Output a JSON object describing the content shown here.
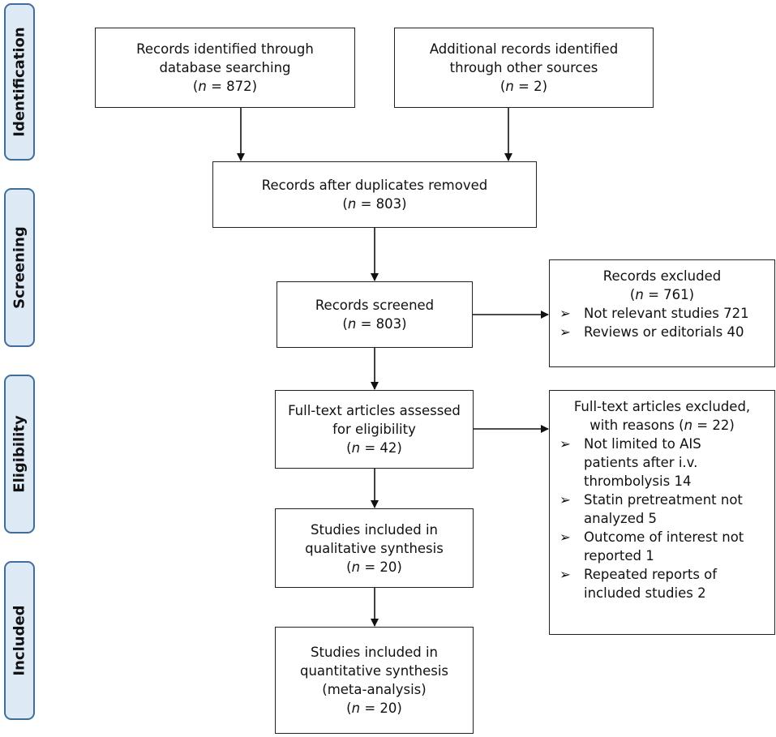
{
  "phases": {
    "identification": "Identification",
    "screening": "Screening",
    "eligibility": "Eligibility",
    "included": "Included"
  },
  "boxes": {
    "database": {
      "line1": "Records identified through",
      "line2": "database searching",
      "n_label": "n",
      "n_text": " = 872"
    },
    "other_sources": {
      "line1": "Additional records identified",
      "line2": "through other sources",
      "n_label": "n",
      "n_text": " = 2"
    },
    "duplicates_removed": {
      "line1": "Records after duplicates removed",
      "n_label": "n",
      "n_text": " = 803"
    },
    "screened": {
      "line1": "Records screened",
      "n_label": "n",
      "n_text": " = 803"
    },
    "fulltext": {
      "line1": "Full-text articles assessed",
      "line2": "for eligibility",
      "n_label": "n",
      "n_text": " = 42"
    },
    "qualitative": {
      "line1": "Studies included in",
      "line2": "qualitative synthesis",
      "n_label": "n",
      "n_text": " = 20"
    },
    "quantitative": {
      "line1": "Studies included in",
      "line2": "quantitative synthesis",
      "line3": "(meta-analysis)",
      "n_label": "n",
      "n_text": " = 20"
    }
  },
  "excluded_records": {
    "title": "Records excluded",
    "n_label": "n",
    "n_text": " = 761",
    "bullet": "➢",
    "items": [
      "Not relevant studies 721",
      "Reviews or editorials 40"
    ]
  },
  "excluded_fulltext": {
    "title_line1": "Full-text articles excluded,",
    "title_line2_prefix": "with reasons (",
    "n_label": "n",
    "n_text": " = 22)",
    "bullet": "➢",
    "items": [
      [
        "Not limited to AIS",
        "patients after i.v.",
        "thrombolysis 14"
      ],
      [
        "Statin pretreatment not",
        "analyzed 5"
      ],
      [
        "Outcome of interest not",
        "reported 1"
      ],
      [
        "Repeated reports of",
        "included studies 2"
      ]
    ]
  }
}
